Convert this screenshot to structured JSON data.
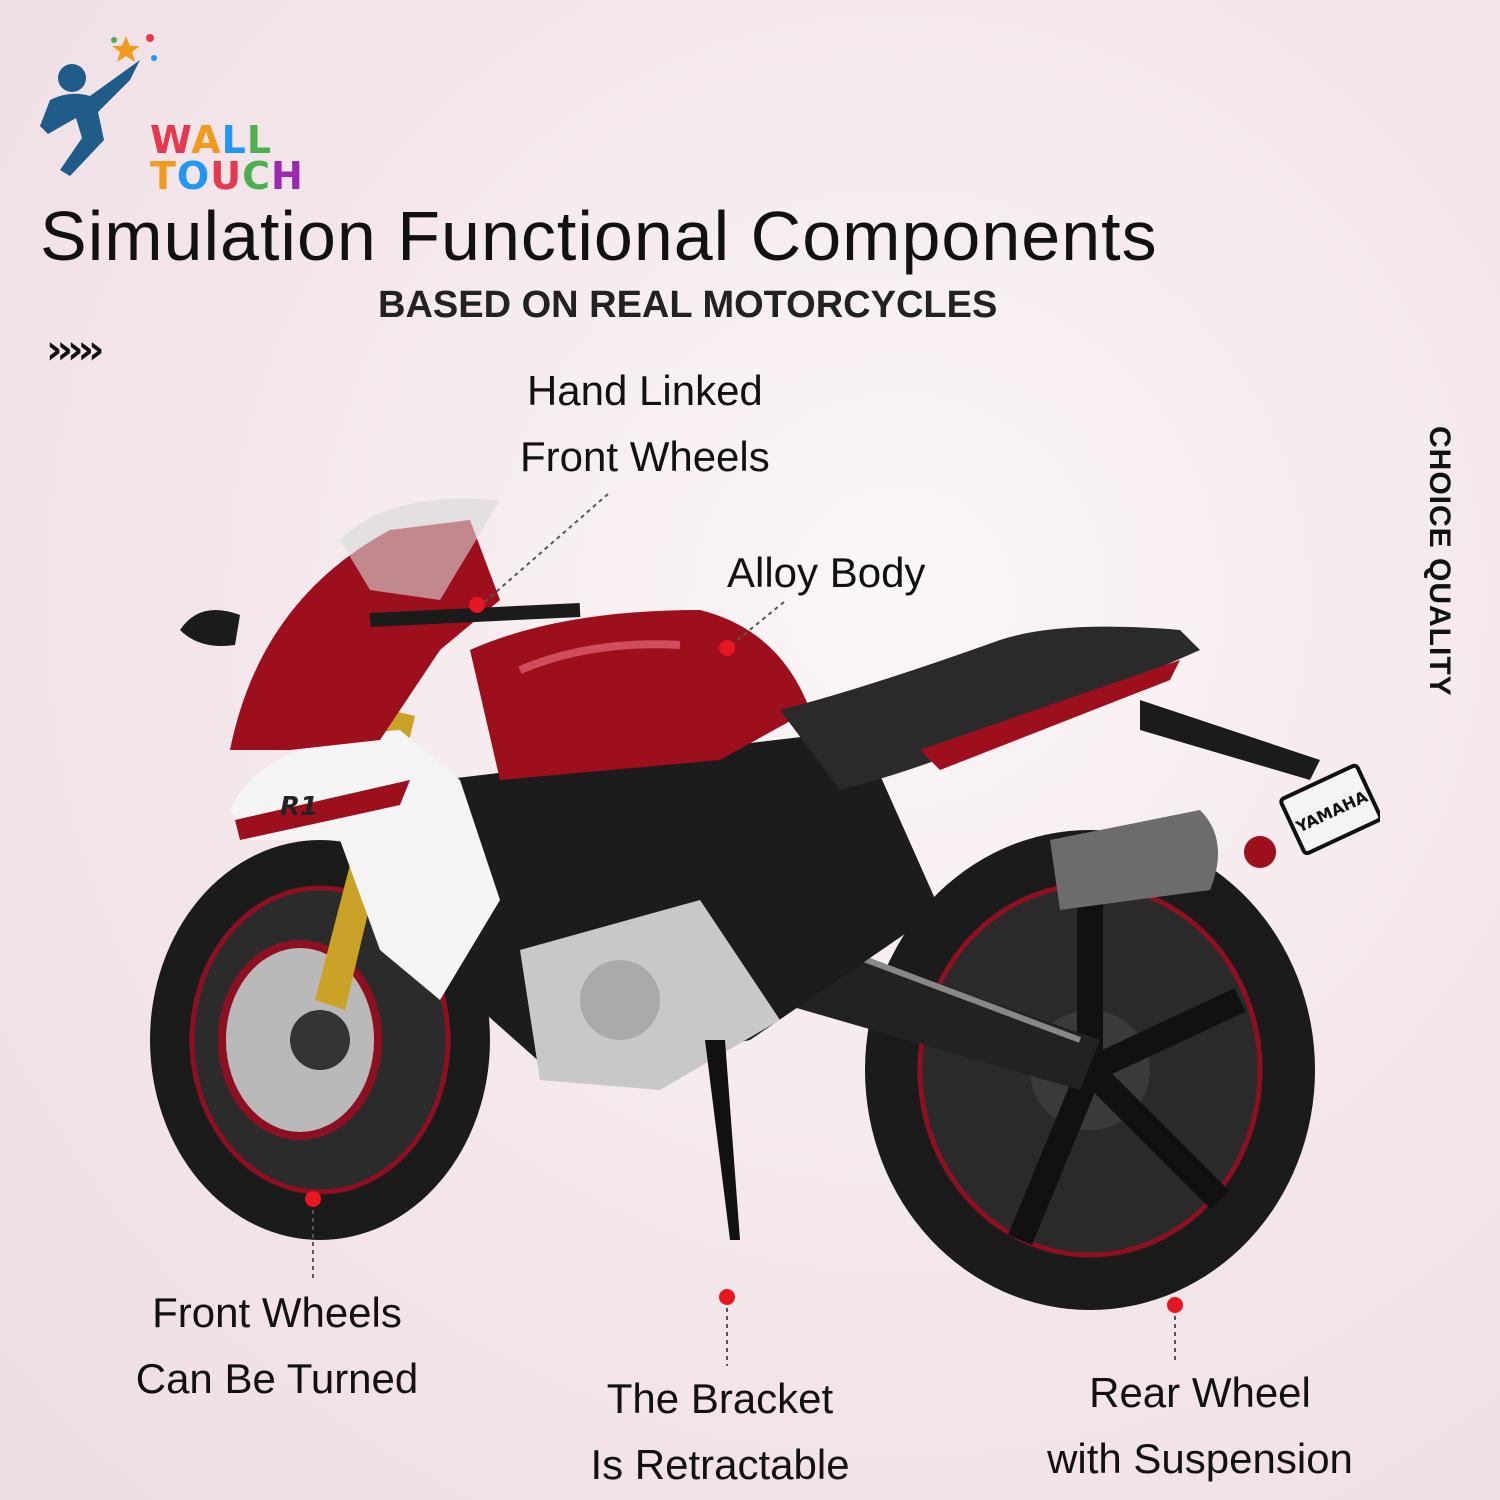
{
  "logo": {
    "line1": "WALL",
    "line2": "TOUCH"
  },
  "header": {
    "title": "Simulation Functional Components",
    "subtitle": "BASED ON REAL MOTORCYCLES",
    "chevrons": "›››››"
  },
  "side_text": "CHOICE QUALITY",
  "callouts": {
    "hand_linked": {
      "line1": "Hand Linked",
      "line2": "Front Wheels"
    },
    "alloy_body": {
      "line1": "Alloy Body"
    },
    "front_wheels": {
      "line1": "Front Wheels",
      "line2": "Can Be Turned"
    },
    "bracket": {
      "line1": "The Bracket",
      "line2": "Is Retractable"
    },
    "rear_wheel": {
      "line1": "Rear Wheel",
      "line2": "with Suspension"
    }
  },
  "product": {
    "badge": "R1",
    "plate": "YAMAHA",
    "colors": {
      "body_red": "#9e0f1e",
      "white": "#f4f4f4",
      "black": "#1a1a1a",
      "dot_red": "#e8161f"
    }
  }
}
